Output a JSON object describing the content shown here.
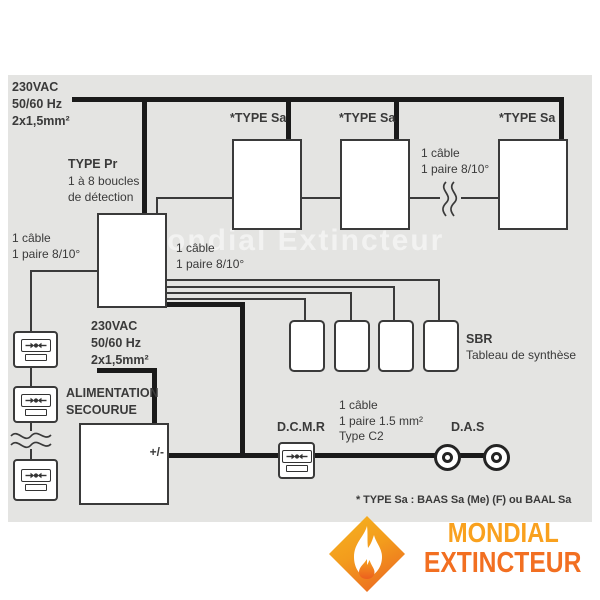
{
  "diagram": {
    "mains_top": {
      "l1": "230VAC",
      "l2": "50/60 Hz",
      "l3": "2x1,5mm²"
    },
    "type_pr": {
      "title": "TYPE Pr",
      "sub1": "1 à 8 boucles",
      "sub2": "de détection"
    },
    "type_sa_label": "*TYPE Sa",
    "cable_810": {
      "l1": "1 câble",
      "l2": "1 paire 8/10°"
    },
    "mains_psu": {
      "l1": "230VAC",
      "l2": "50/60 Hz",
      "l3": "2x1,5mm²"
    },
    "psu": {
      "title1": "ALIMENTATION",
      "title2": "SECOURUE",
      "polarity": "+/-"
    },
    "dcmr_label": "D.C.M.R",
    "cable_c2": {
      "l1": "1 câble",
      "l2": "1 paire 1.5 mm²",
      "l3": "Type C2"
    },
    "das_label": "D.A.S",
    "sbr": {
      "title": "SBR",
      "subtitle": "Tableau de synthèse"
    },
    "footnote": "* TYPE Sa : BAAS Sa (Me) (F) ou BAAL Sa",
    "watermark": "Mondial Extincteur"
  },
  "logo": {
    "line1": "MONDIAL",
    "line2": "EXTINCTEUR"
  },
  "colors": {
    "panel_bg": "#e4e4e2",
    "wire": "#1a1a1a",
    "text": "#3a3a3a",
    "logo_yellow": "#F9A11E",
    "logo_orange": "#F26F21"
  }
}
